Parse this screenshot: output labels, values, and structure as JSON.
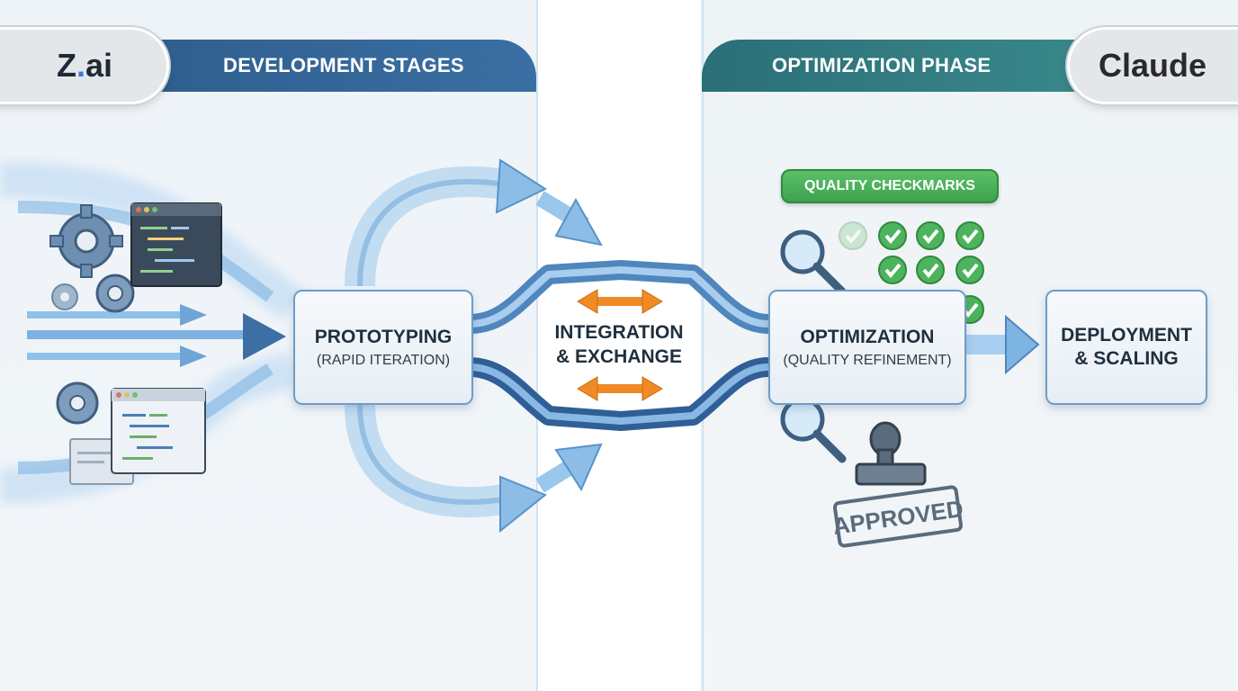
{
  "logos": {
    "left": "Z.ai",
    "left_main": "Z",
    "left_dot": ".",
    "left_rest": "ai",
    "right": "Claude"
  },
  "headers": {
    "development": "DEVELOPMENT STAGES",
    "optimization": "OPTIMIZATION PHASE"
  },
  "nodes": {
    "prototyping": {
      "title": "PROTOTYPING",
      "subtitle": "(RAPID ITERATION)"
    },
    "integration": {
      "line1": "INTEGRATION",
      "line2": "& EXCHANGE"
    },
    "optimization": {
      "title": "OPTIMIZATION",
      "subtitle": "(QUALITY REFINEMENT)"
    },
    "deployment": {
      "line1": "DEPLOYMENT",
      "line2": "& SCALING"
    }
  },
  "quality_tag": "QUALITY CHECKMARKS",
  "stamp_label": "APPROVED",
  "checkmarks": {
    "total": 9,
    "faded": 1
  },
  "colors": {
    "dev_header": "#2e5d8c",
    "opt_header": "#2b6f78",
    "flow_blue": "#5a92c8",
    "exchange_orange": "#f08a24",
    "check_green": "#3ea24e",
    "stamp_gray": "#5a6b7c"
  },
  "icons": [
    "gear-icon",
    "code-window-icon",
    "arrow-icon",
    "magnifier-icon",
    "checkmark-icon",
    "rubber-stamp-icon",
    "bidirectional-arrow-icon"
  ]
}
